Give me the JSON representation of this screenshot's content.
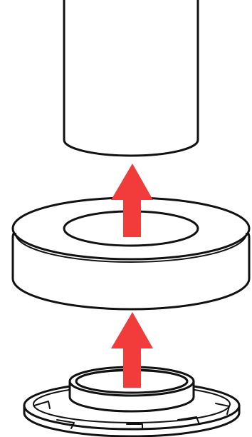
{
  "diagram": {
    "background_color": "#ffffff",
    "line_color": "#111111",
    "arrow_color": "#f23b3b",
    "parts": [
      {
        "id": "upper-cylinder",
        "name": "cylinder"
      },
      {
        "id": "middle-ring",
        "name": "ring"
      },
      {
        "id": "base-mount",
        "name": "base plate"
      }
    ],
    "arrows": [
      {
        "id": "arrow-upper",
        "direction": "up"
      },
      {
        "id": "arrow-lower",
        "direction": "up"
      }
    ]
  }
}
